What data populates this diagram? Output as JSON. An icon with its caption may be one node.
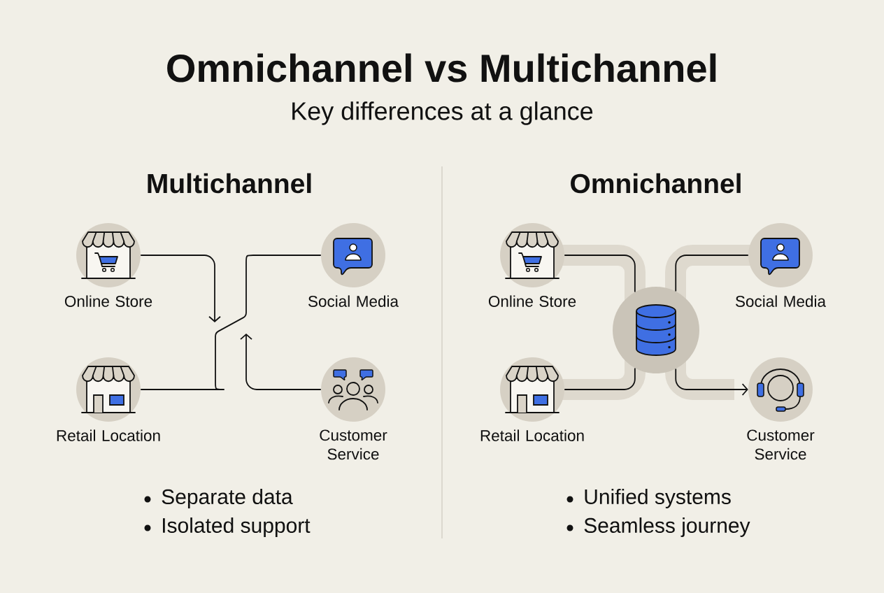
{
  "diagram": {
    "title": "Omnichannel vs Multichannel",
    "nodes": [
      {
        "text": [
          "Online Store"
        ]
      },
      {
        "text": [
          "Social Media"
        ]
      },
      {
        "text": [
          "Retail Location"
        ]
      },
      {
        "text": [
          "Customer Service"
        ]
      },
      {
        "text": [
          "Online Store"
        ]
      },
      {
        "text": [
          "Social Media"
        ]
      },
      {
        "text": [],
        "shape": "circle"
      },
      {
        "text": [
          "Retail Location"
        ]
      },
      {
        "text": [
          "Customer Service"
        ]
      }
    ],
    "edges": [
      {
        "from": 0,
        "to": null,
        "arrow": "to"
      },
      {
        "from": 1,
        "to": 2,
        "arrow": "none"
      },
      {
        "from": 3,
        "to": null,
        "arrow": "to"
      },
      {
        "from": 4,
        "to": 6,
        "arrow": "none"
      },
      {
        "from": 5,
        "to": 6,
        "arrow": "none"
      },
      {
        "from": 7,
        "to": 6,
        "arrow": "none"
      },
      {
        "from": 6,
        "to": 8,
        "arrow": "to"
      }
    ],
    "labels": [
      "Key differences at a glance",
      "Multichannel",
      "Separate data",
      "Isolated support",
      "Omnichannel",
      "Unified systems",
      "Seamless journey"
    ]
  }
}
